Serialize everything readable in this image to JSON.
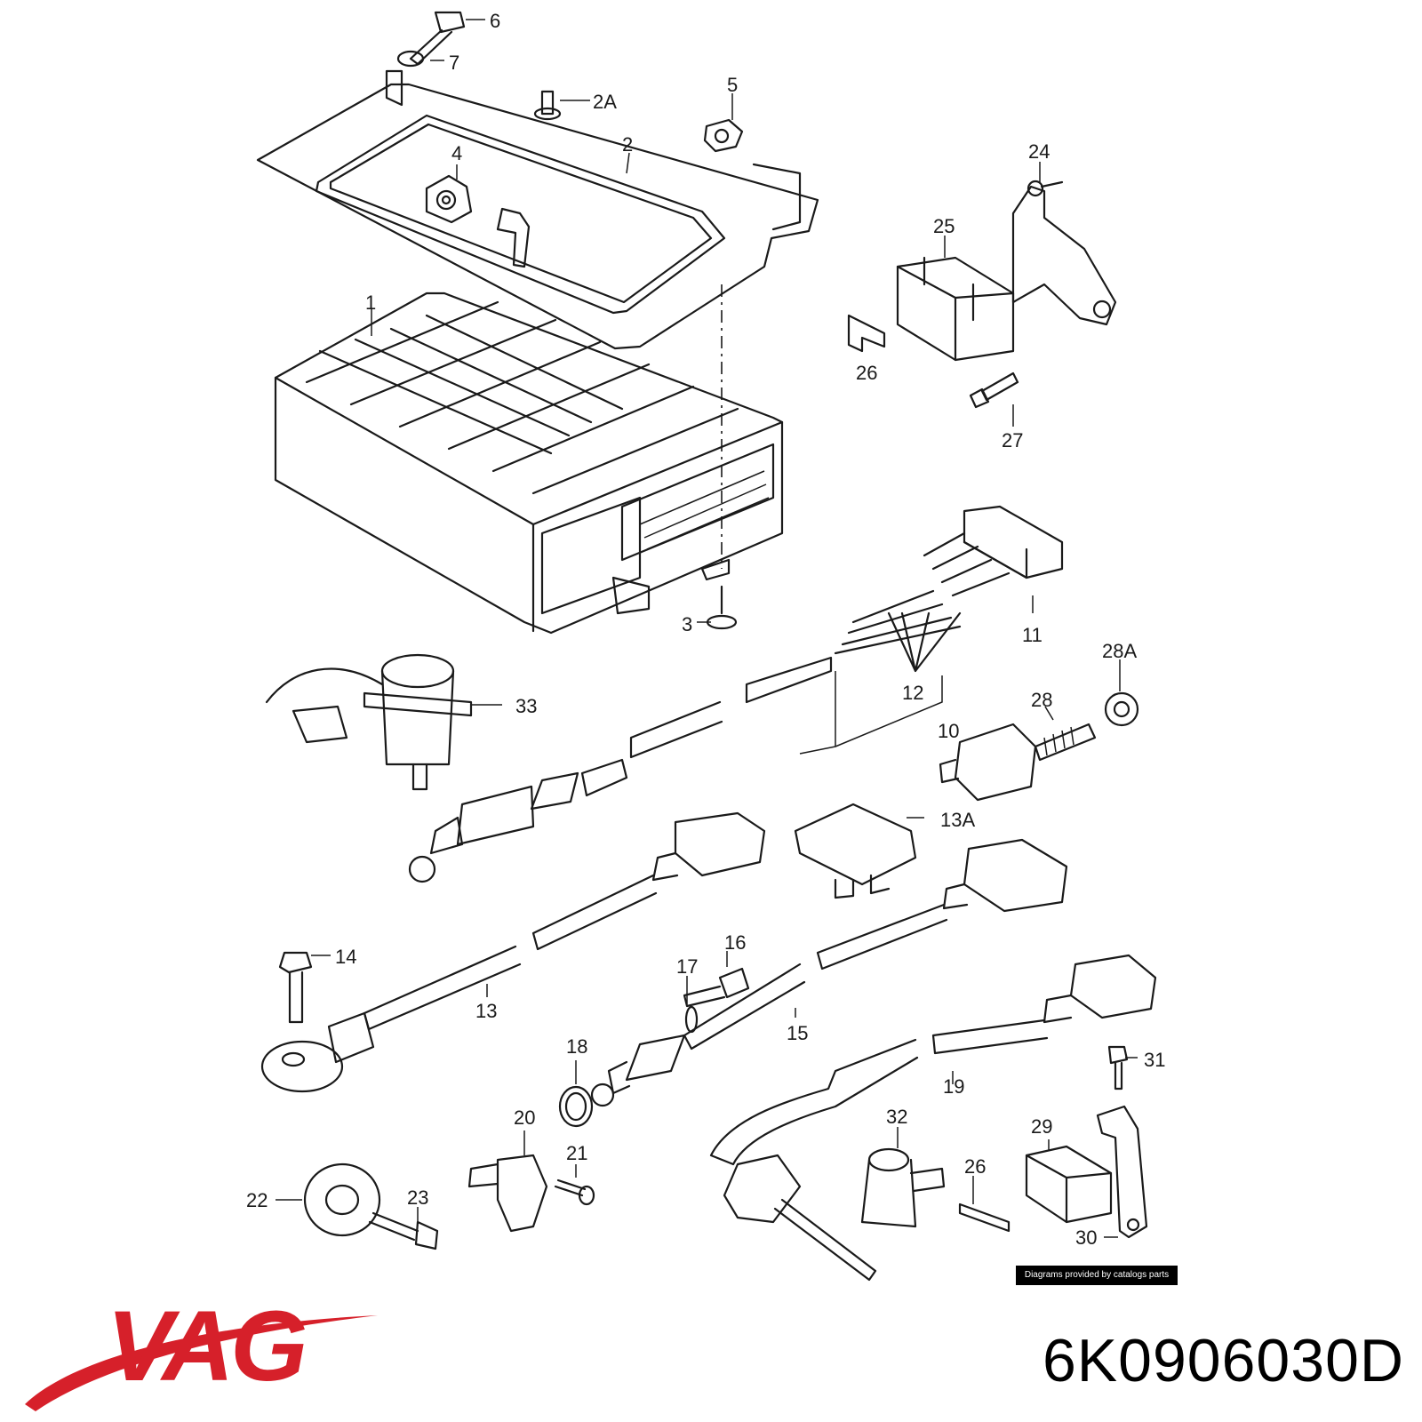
{
  "diagram": {
    "labels": [
      {
        "id": "6",
        "text": "6"
      },
      {
        "id": "7",
        "text": "7"
      },
      {
        "id": "2A",
        "text": "2A"
      },
      {
        "id": "5",
        "text": "5"
      },
      {
        "id": "2",
        "text": "2"
      },
      {
        "id": "4",
        "text": "4"
      },
      {
        "id": "24",
        "text": "24"
      },
      {
        "id": "25",
        "text": "25"
      },
      {
        "id": "1",
        "text": "1"
      },
      {
        "id": "26a",
        "text": "26"
      },
      {
        "id": "27",
        "text": "27"
      },
      {
        "id": "3",
        "text": "3"
      },
      {
        "id": "11",
        "text": "11"
      },
      {
        "id": "28A",
        "text": "28A"
      },
      {
        "id": "12",
        "text": "12"
      },
      {
        "id": "33",
        "text": "33"
      },
      {
        "id": "28",
        "text": "28"
      },
      {
        "id": "10",
        "text": "10"
      },
      {
        "id": "13A",
        "text": "13A"
      },
      {
        "id": "14",
        "text": "14"
      },
      {
        "id": "16",
        "text": "16"
      },
      {
        "id": "17",
        "text": "17"
      },
      {
        "id": "13",
        "text": "13"
      },
      {
        "id": "15",
        "text": "15"
      },
      {
        "id": "18",
        "text": "18"
      },
      {
        "id": "31",
        "text": "31"
      },
      {
        "id": "19",
        "text": "19"
      },
      {
        "id": "20",
        "text": "20"
      },
      {
        "id": "32",
        "text": "32"
      },
      {
        "id": "21",
        "text": "21"
      },
      {
        "id": "29",
        "text": "29"
      },
      {
        "id": "26b",
        "text": "26"
      },
      {
        "id": "22",
        "text": "22"
      },
      {
        "id": "23",
        "text": "23"
      },
      {
        "id": "30",
        "text": "30"
      }
    ],
    "credit": "Diagrams provided by catalogs parts"
  },
  "brand": {
    "name": "VAG",
    "color": "#d6202a"
  },
  "part_number": "6K0906030D"
}
